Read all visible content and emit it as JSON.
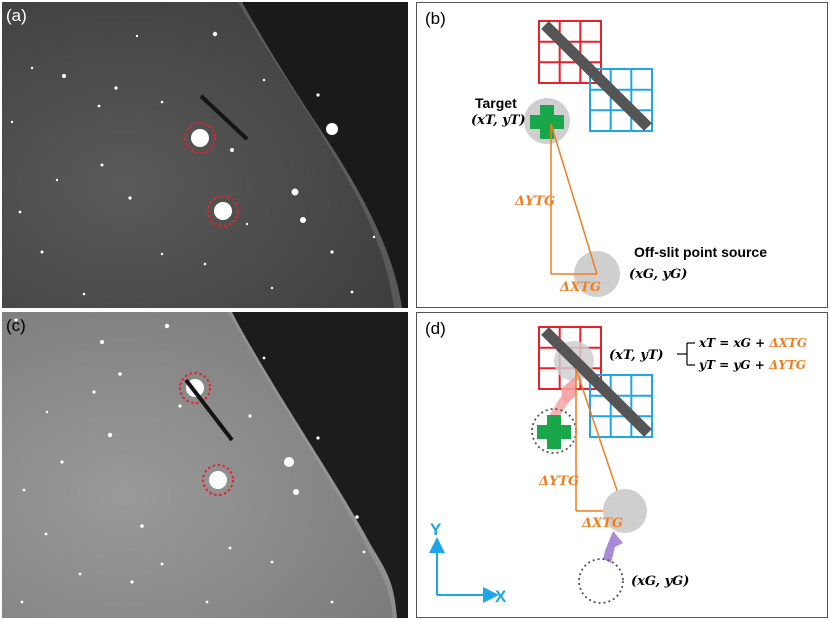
{
  "panels": {
    "a": {
      "label": "(a)"
    },
    "b": {
      "label": "(b)",
      "target_title": "Target",
      "target_coords": "(xT, yT)",
      "dy_label": "ΔYTG",
      "dx_label": "ΔXTG",
      "source_title": "Off-slit point source",
      "source_coords": "(xG, yG)"
    },
    "c": {
      "label": "(c)"
    },
    "d": {
      "label": "(d)",
      "target_coords": "(xT, yT)",
      "eq1_lhs": "xT = xG + ",
      "eq1_rhs": "ΔXTG",
      "eq2_lhs": "yT = yG + ",
      "eq2_rhs": "ΔYTG",
      "dy_label": "ΔYTG",
      "dx_label": "ΔXTG",
      "source_coords": "(xG, yG)",
      "axis_y": "Y",
      "axis_x": "X"
    }
  },
  "colors": {
    "grid_red": "#e8202a",
    "grid_blue": "#1ea6e8",
    "slit": "#555555",
    "target_green": "#1aa64a",
    "orange": "#f07d1f",
    "gray_disk": "#cfcfcf",
    "axis_blue": "#1ea6e8",
    "arrow_pink": "#f4a0a0",
    "arrow_purple": "#a98ad6"
  }
}
